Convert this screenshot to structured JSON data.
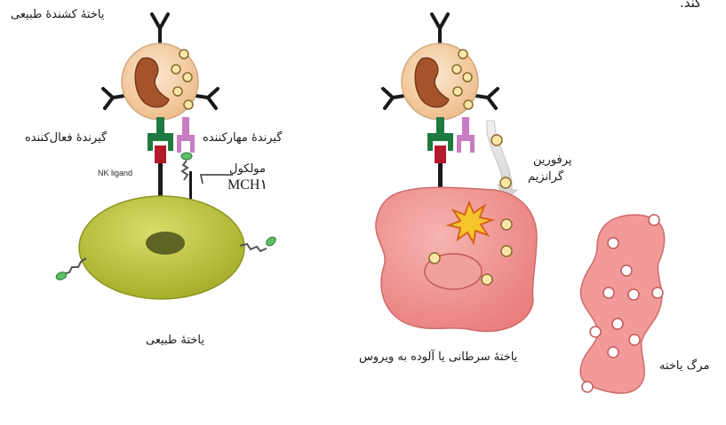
{
  "labels": {
    "corner_fragment": "کند.",
    "killer_cell": "یاختهٔ کشندهٔ طبیعی",
    "activating_receptor": "گیرندهٔ  فعال‌کننده",
    "inhibitory_receptor": "گیرندهٔ مهارکننده",
    "nk_ligand": "NK ligand",
    "mhc_word": "مولکول",
    "mhc_code": "MCH۱",
    "normal_cell": "یاختهٔ طبیعی",
    "perforin": "پرفورین",
    "granzyme": "گرانزیم",
    "infected_cell": "یاختهٔ سرطانی یا آلوده به ویروس",
    "cell_death": "مرگ یاخته"
  },
  "colors": {
    "nk_body": "#f7d3a8",
    "nk_outline": "#c9a27e",
    "nucleus": "#a0522d",
    "granule": "#fbe6a8",
    "granule_outline": "#8a6a2e",
    "receptor_activating": "#1f7a3f",
    "receptor_inhibitory": "#c77cc4",
    "ligand_red": "#b4192a",
    "normal_cell": "#b9c23a",
    "normal_nucleus": "#5e6422",
    "target_cell": "#f08f8f",
    "dying_cell": "#f29a9a",
    "burst": "#f6c42b",
    "mhc_tip": "#5fbf6a"
  }
}
